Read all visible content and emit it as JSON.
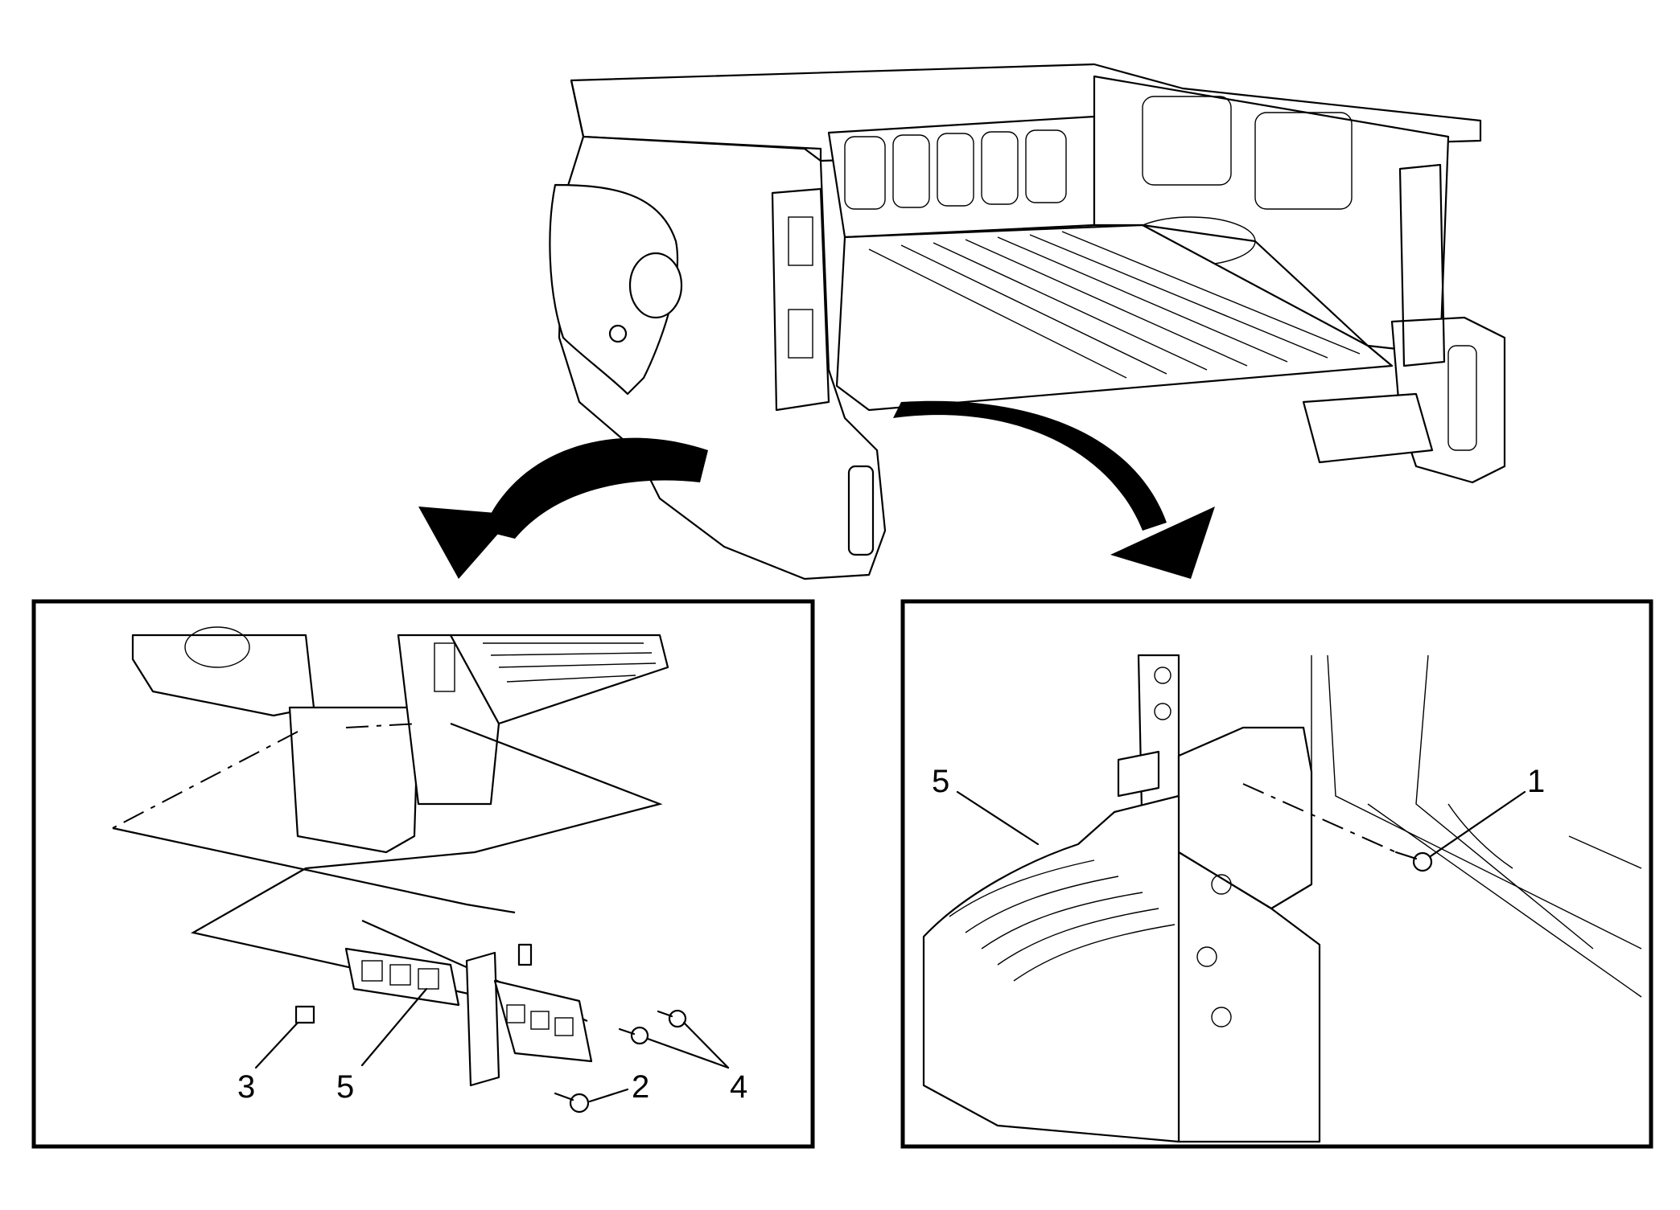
{
  "callouts": {
    "left": [
      "3",
      "5",
      "2",
      "4"
    ],
    "right": [
      "5",
      "1"
    ]
  }
}
